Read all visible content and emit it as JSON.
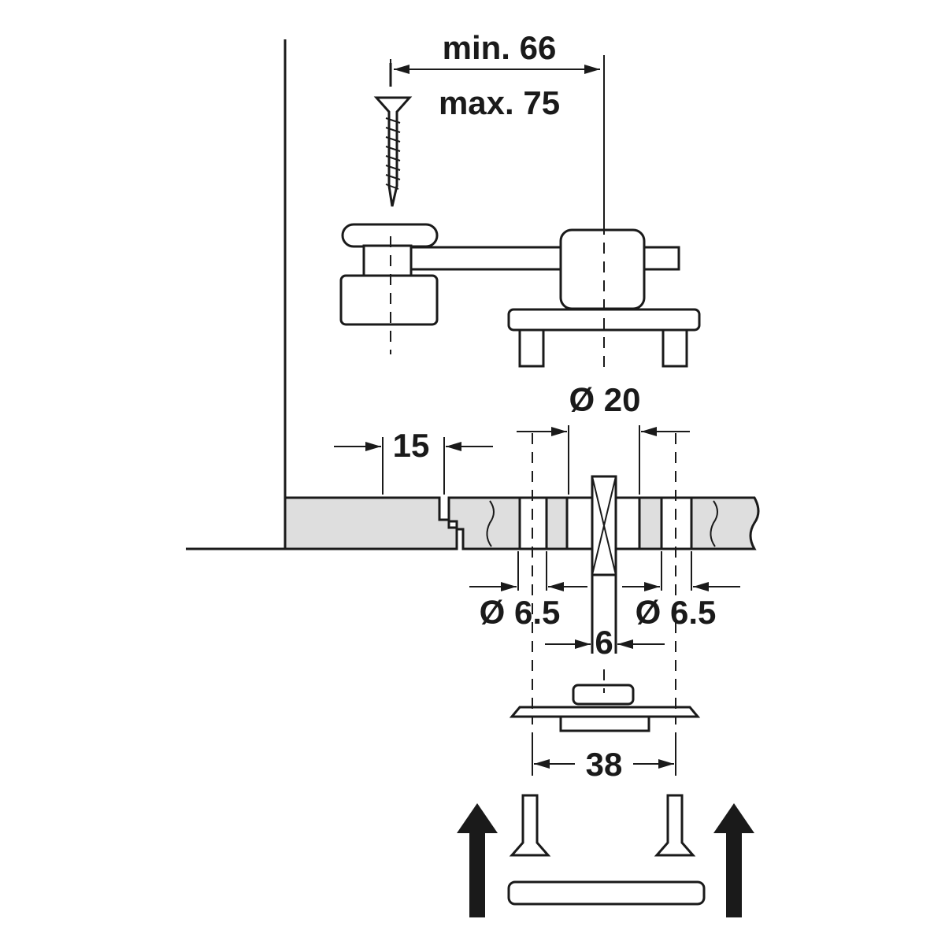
{
  "dimensions": {
    "center_distance_min": "min. 66",
    "center_distance_max": "max. 75",
    "edge_distance": "15",
    "bore_diameter": "Ø 20",
    "hole_left": "Ø 6.5",
    "hole_right": "Ø 6.5",
    "panel_thickness": "6",
    "plate_width": "38"
  },
  "colors": {
    "line": "#1a1a1a",
    "board_fill": "#dedede",
    "background": "#ffffff"
  }
}
